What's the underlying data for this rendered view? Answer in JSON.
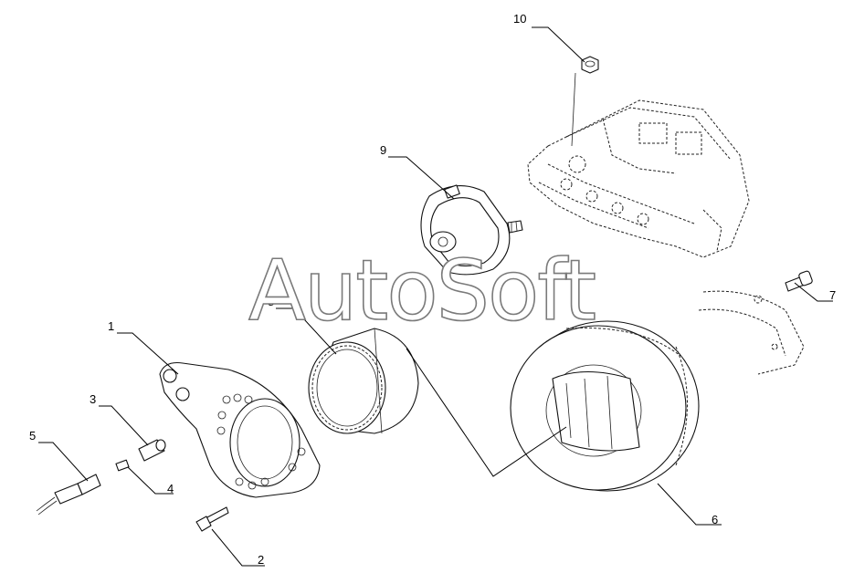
{
  "watermark": "AutoSoft",
  "callouts": [
    {
      "id": "c1",
      "text": "1"
    },
    {
      "id": "c2",
      "text": "2"
    },
    {
      "id": "c3",
      "text": "3"
    },
    {
      "id": "c4",
      "text": "4"
    },
    {
      "id": "c5",
      "text": "5"
    },
    {
      "id": "c6",
      "text": "6"
    },
    {
      "id": "c7",
      "text": "7"
    },
    {
      "id": "c8",
      "text": "8"
    },
    {
      "id": "c9",
      "text": "9"
    },
    {
      "id": "c10",
      "text": "10"
    }
  ]
}
